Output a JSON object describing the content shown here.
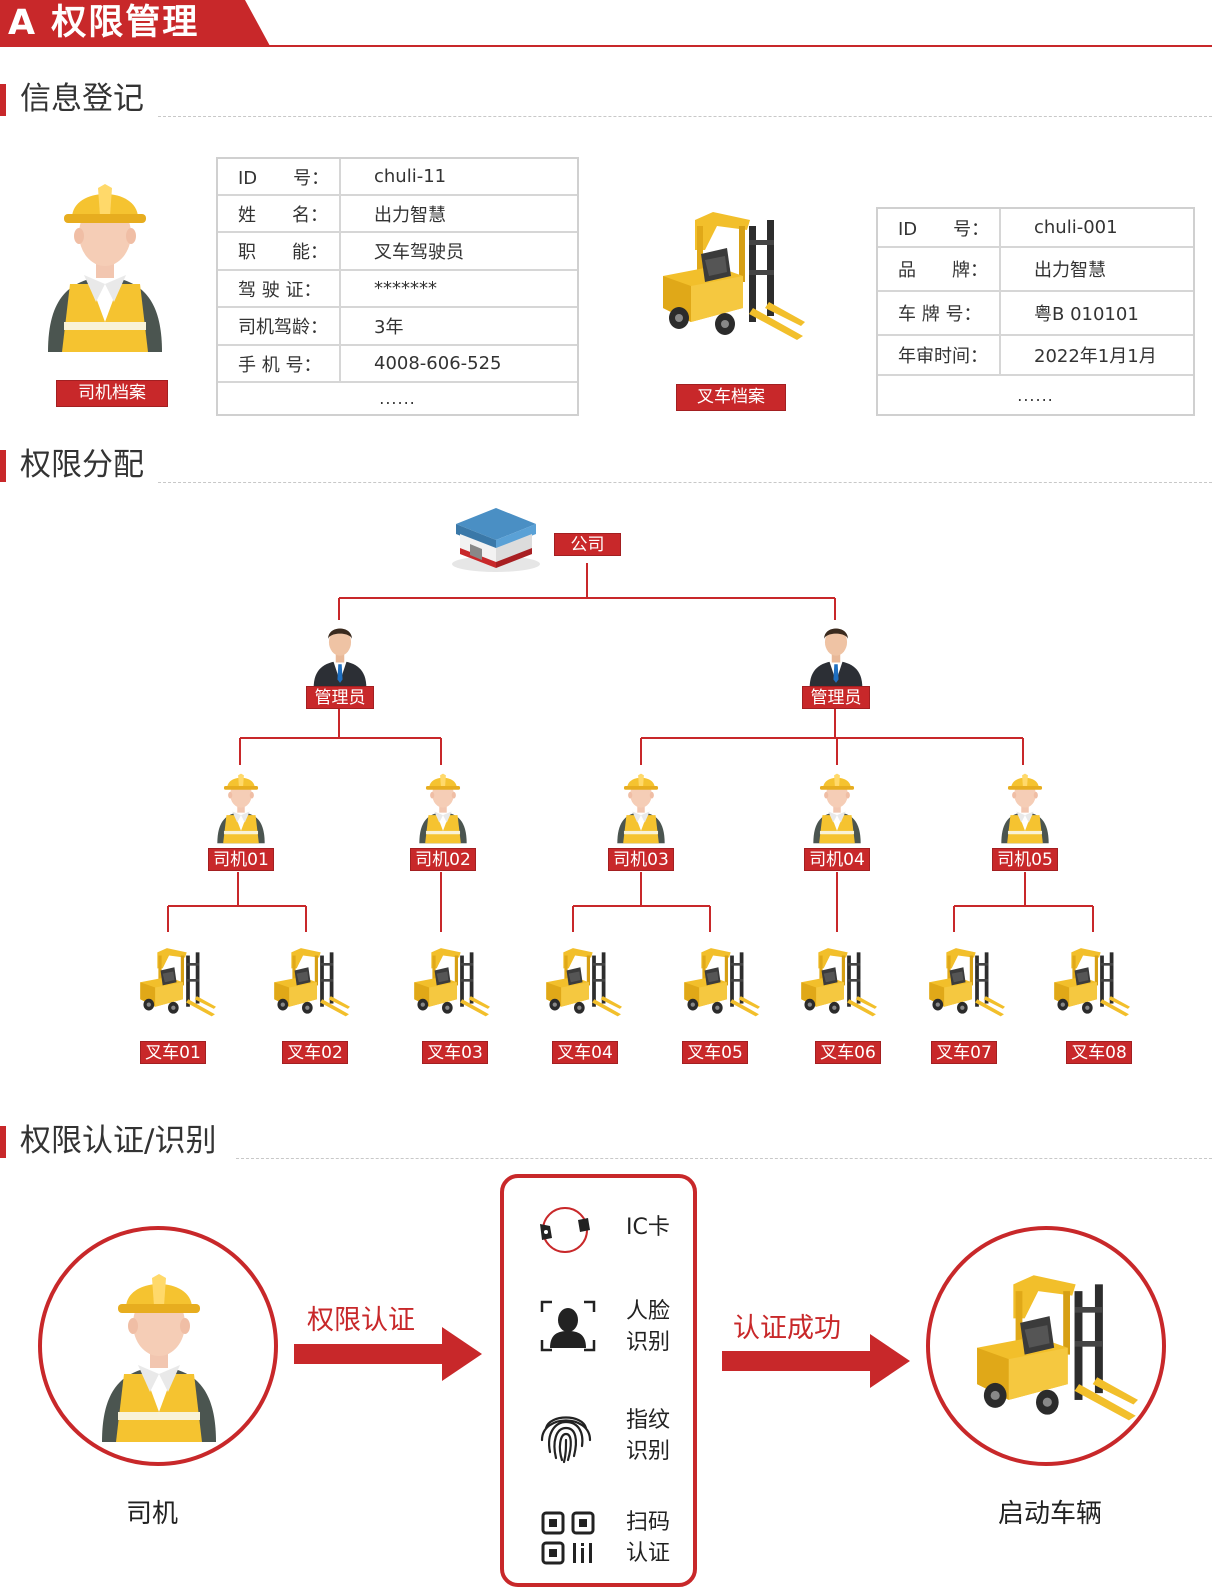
{
  "banner": {
    "title": "A 权限管理"
  },
  "sections": {
    "registration": "信息登记",
    "assignment": "权限分配",
    "authentication": "权限认证/识别"
  },
  "driver_profile": {
    "tag": "司机档案",
    "rows": [
      {
        "key": "ID　　号：",
        "value": "chuli-11"
      },
      {
        "key": "姓　　名：",
        "value": "出力智慧"
      },
      {
        "key": "职　　能：",
        "value": "叉车驾驶员"
      },
      {
        "key": "驾 驶 证：",
        "value": "*******"
      },
      {
        "key": "司机驾龄：",
        "value": "3年"
      },
      {
        "key": "手 机 号：",
        "value": "4008-606-525"
      }
    ],
    "more": "......"
  },
  "forklift_profile": {
    "tag": "叉车档案",
    "rows": [
      {
        "key": "ID　　号：",
        "value": "chuli-001"
      },
      {
        "key": "品　　牌：",
        "value": "出力智慧"
      },
      {
        "key": "车 牌 号：",
        "value": "粤B 010101"
      },
      {
        "key": "年审时间：",
        "value": "2022年1月1月"
      }
    ],
    "more": "......"
  },
  "tree": {
    "company": "公司",
    "admins": [
      "管理员",
      "管理员"
    ],
    "drivers": [
      "司机01",
      "司机02",
      "司机03",
      "司机04",
      "司机05"
    ],
    "forklifts": [
      "叉车01",
      "叉车02",
      "叉车03",
      "叉车04",
      "叉车05",
      "叉车06",
      "叉车07",
      "叉车08"
    ]
  },
  "auth": {
    "driver_caption": "司机",
    "arrow1": "权限认证",
    "arrow2": "认证成功",
    "vehicle_caption": "启动车辆",
    "methods": [
      {
        "label": "IC卡",
        "icon": "ic-card-icon"
      },
      {
        "label": "人脸\n识别",
        "icon": "face-recognition-icon"
      },
      {
        "label": "指纹\n识别",
        "icon": "fingerprint-icon"
      },
      {
        "label": "扫码\n认证",
        "icon": "qr-code-icon"
      }
    ]
  },
  "colors": {
    "accent": "#c8282a",
    "helmet": "#f5c330",
    "vest": "#f5c330",
    "forklift": "#f2bf2b"
  }
}
